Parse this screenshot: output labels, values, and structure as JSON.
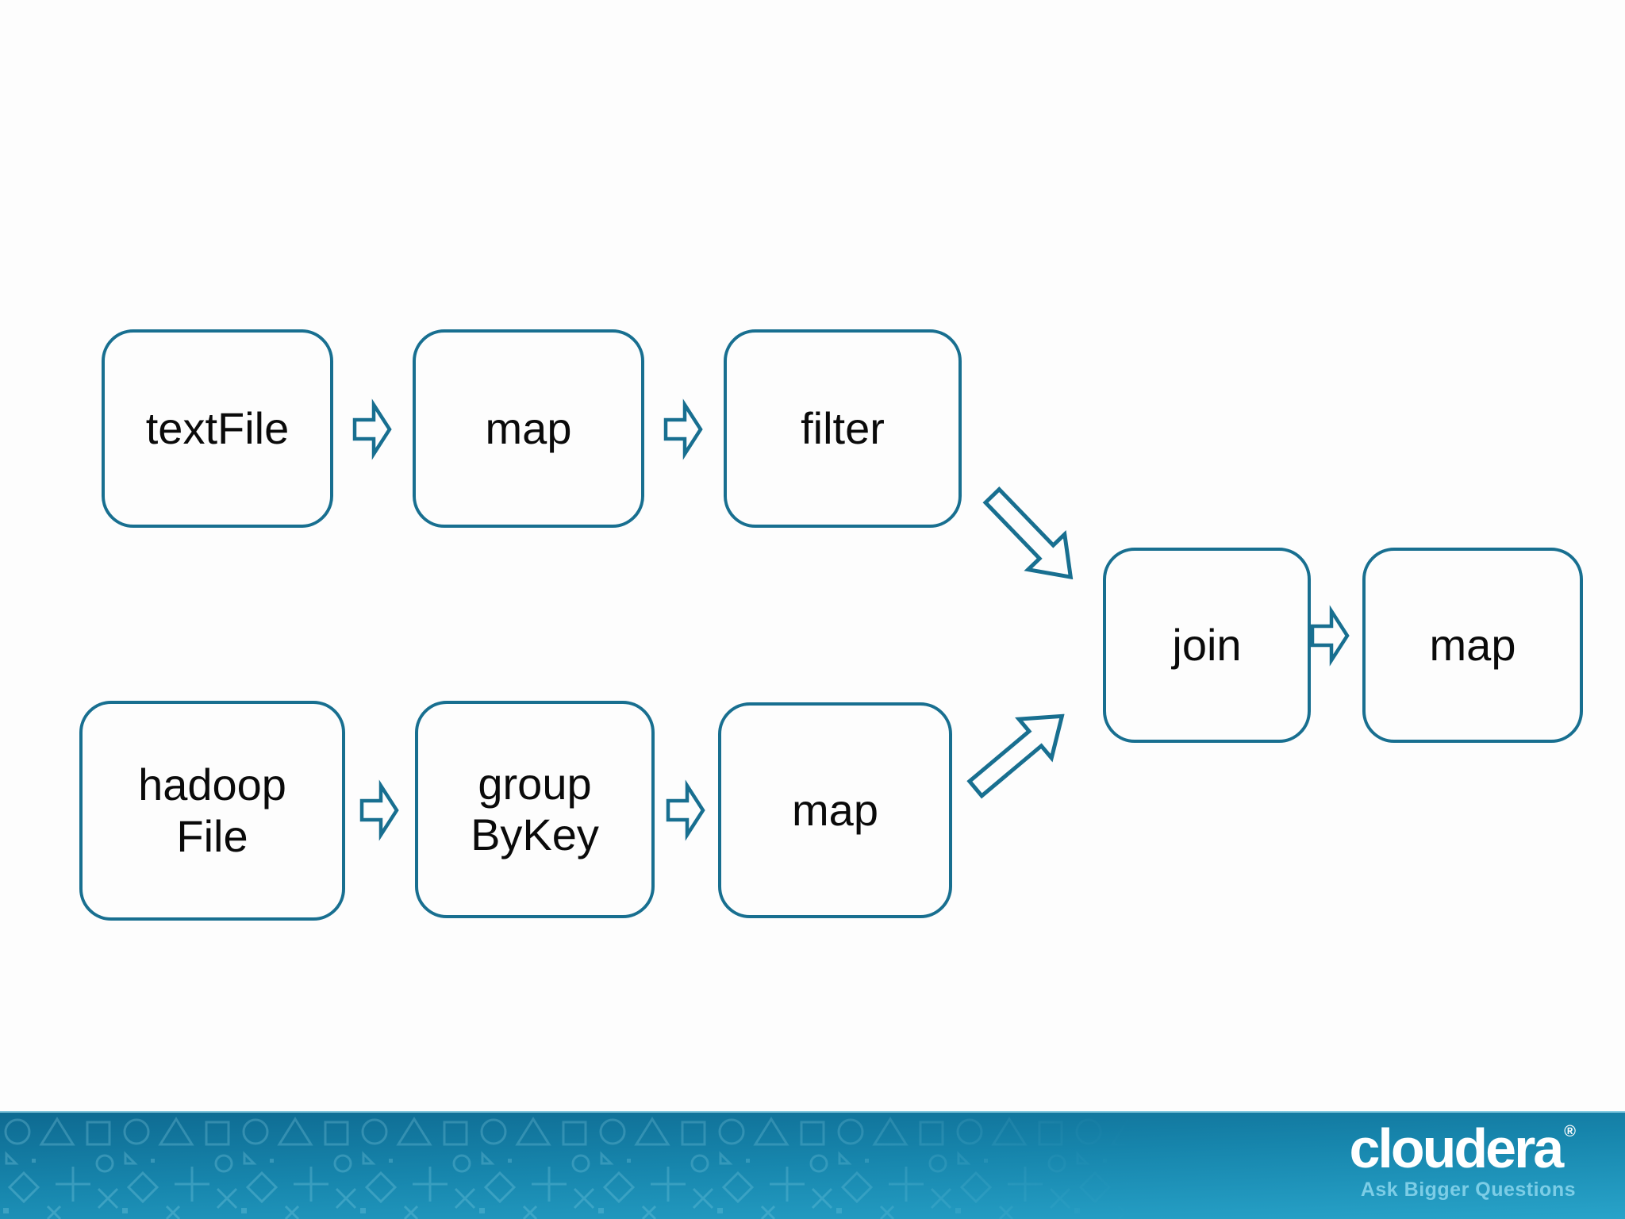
{
  "slide": {
    "type": "dataflow-diagram",
    "background": "#fdfdfd"
  },
  "nodes": {
    "textFile": {
      "label": "textFile"
    },
    "map1": {
      "label": "map"
    },
    "filter": {
      "label": "filter"
    },
    "hadoopFile": {
      "label": "hadoop File"
    },
    "groupByKey": {
      "label": "group ByKey"
    },
    "map2": {
      "label": "map"
    },
    "join": {
      "label": "join"
    },
    "map3": {
      "label": "map"
    }
  },
  "edges": [
    {
      "from": "textFile",
      "to": "map1"
    },
    {
      "from": "map1",
      "to": "filter"
    },
    {
      "from": "filter",
      "to": "join"
    },
    {
      "from": "hadoopFile",
      "to": "groupByKey"
    },
    {
      "from": "groupByKey",
      "to": "map2"
    },
    {
      "from": "map2",
      "to": "join"
    },
    {
      "from": "join",
      "to": "map3"
    }
  ],
  "footer": {
    "brand": "cloudera",
    "registered_mark": "®",
    "tagline": "Ask Bigger Questions"
  },
  "colors": {
    "node_border": "#186f90",
    "node_fill": "#fdfdfd",
    "node_text": "#000000",
    "arrow_outline": "#186f90",
    "footer_gradient_top": "#0e6a91",
    "footer_gradient_bottom": "#28a3c9",
    "brand_text": "#ffffff",
    "tagline_text": "#7ccde6"
  }
}
